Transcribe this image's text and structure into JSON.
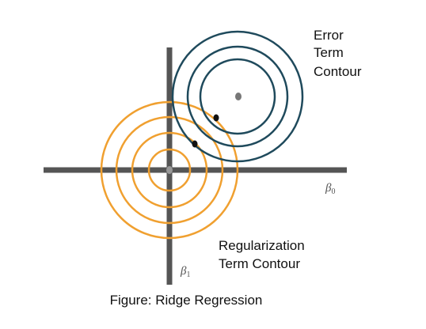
{
  "diagram": {
    "error_label_lines": [
      "Error",
      "Term",
      "Contour"
    ],
    "regularization_label_lines": [
      "Regularization",
      "Term Contour"
    ],
    "axis_beta0": {
      "symbol": "β",
      "sub": "0"
    },
    "axis_beta1": {
      "symbol": "β",
      "sub": "1"
    },
    "caption": "Figure: Ridge Regression"
  },
  "colors": {
    "axis": "#555555",
    "error_contour": "#1f4a5c",
    "regularization_contour": "#f0a030",
    "error_center": "#777777",
    "regularization_center": "#999999",
    "tangent_point": "#111111"
  }
}
